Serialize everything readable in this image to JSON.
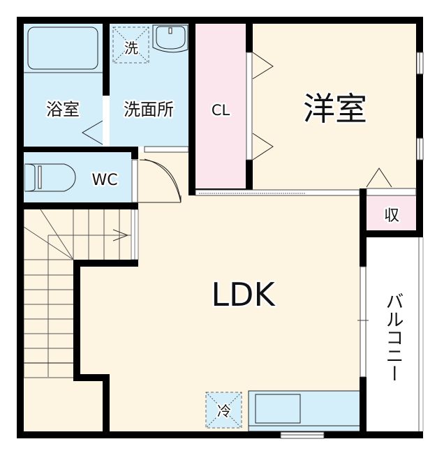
{
  "colors": {
    "wet_area": "#d4eefa",
    "living_area": "#fdf5e2",
    "storage_area": "#fbe6ee",
    "balcony": "#ffffff",
    "wall": "#000000"
  },
  "rooms": {
    "bathroom": {
      "label": "浴室"
    },
    "washroom": {
      "label": "洗面所"
    },
    "washer_space": {
      "label": "洗"
    },
    "closet": {
      "label": "CL"
    },
    "western_room": {
      "label": "洋室"
    },
    "toilet": {
      "label": "WC"
    },
    "ldk": {
      "label": "LDK"
    },
    "storage": {
      "label": "収"
    },
    "balcony": {
      "label": "バルコニー"
    },
    "fridge_space": {
      "label": "冷"
    }
  }
}
